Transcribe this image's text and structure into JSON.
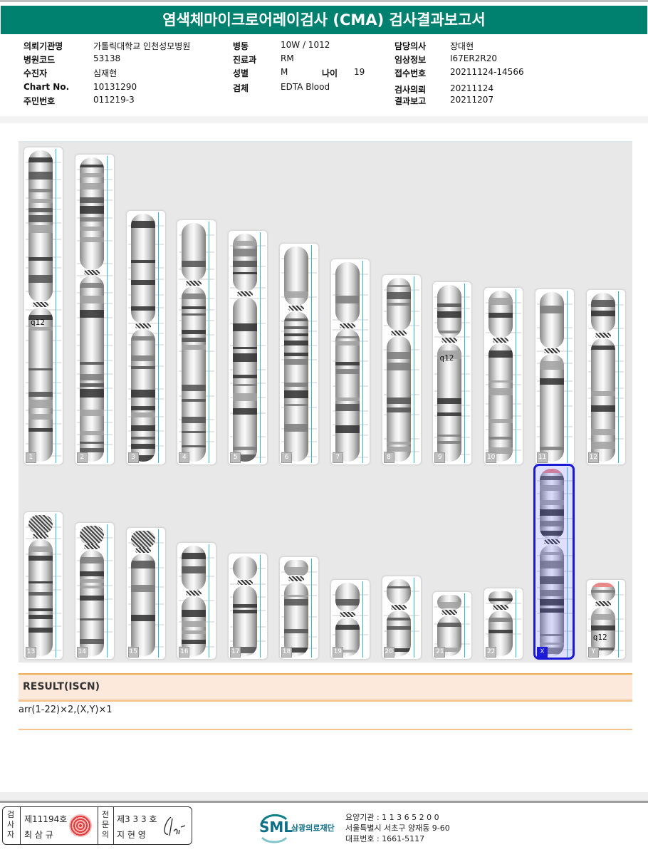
{
  "title": "염색체마이크로어레이검사 (CMA) 검사결과보고서",
  "info": {
    "col1": [
      {
        "k": "의뢰기관명",
        "v": "가톨릭대학교 인천성모병원"
      },
      {
        "k": "병원코드",
        "v": "53138"
      },
      {
        "k": "수진자",
        "v": "심재현"
      },
      {
        "k": "Chart No.",
        "v": "10131290"
      },
      {
        "k": "주민번호",
        "v": "011219-3"
      }
    ],
    "col2": [
      {
        "k": "병동",
        "v": "10W / 1012"
      },
      {
        "k": "진료과",
        "v": "RM"
      },
      {
        "k": "성별",
        "v": "M"
      },
      {
        "k": "검체",
        "v": "EDTA Blood"
      }
    ],
    "age": {
      "k": "나이",
      "v": "19"
    },
    "col3": [
      {
        "k": "담당의사",
        "v": "장대현"
      },
      {
        "k": "임상정보",
        "v": "I67ER2R20"
      },
      {
        "k": "접수번호",
        "v": "20211124-14566"
      },
      {
        "k": "검사의뢰",
        "v": "20211124"
      },
      {
        "k": "결과보고",
        "v": "20211207"
      }
    ]
  },
  "karyogram": {
    "labels": [
      "1",
      "2",
      "3",
      "4",
      "5",
      "6",
      "7",
      "8",
      "9",
      "10",
      "11",
      "12",
      "13",
      "14",
      "15",
      "16",
      "17",
      "18",
      "19",
      "20",
      "21",
      "22",
      "X",
      "Y"
    ],
    "band_label": "q12",
    "selected": "X"
  },
  "result": {
    "heading": "RESULT(ISCN)",
    "text": "arr(1-22)×2,(X,Y)×1"
  },
  "footer": {
    "examiner_label": [
      "검",
      "사",
      "자"
    ],
    "examiner_no": "제11194호",
    "examiner_name": "최 삼 규",
    "specialist_label": [
      "전",
      "문",
      "의"
    ],
    "specialist_no": "제3 3 3 호",
    "specialist_name": "지 현 영",
    "logo_text": "SML",
    "org_name": "삼광의료재단",
    "org_lines": [
      "요양기관 : 1 1 3 6 5 2 0 0",
      "서울특별시 서초구 양재동 9-60",
      "대표번호 : 1661-5117"
    ],
    "colors": {
      "teal": "#00806f",
      "orange": "#f1a94e"
    }
  }
}
